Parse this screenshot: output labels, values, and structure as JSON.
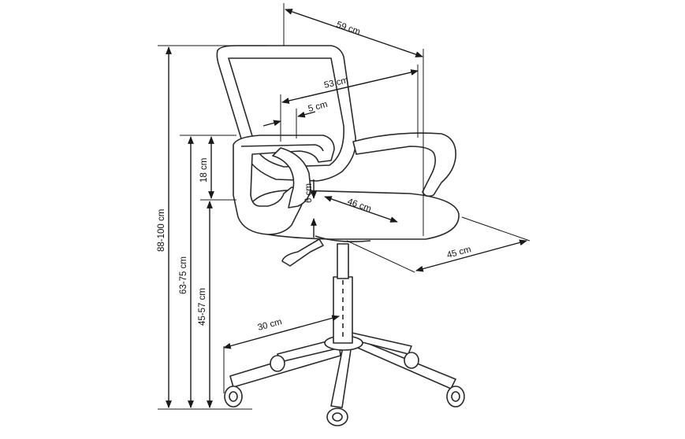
{
  "dimensions": {
    "back_width": "59 cm",
    "seat_depth": "53 cm",
    "armrest_width": "5 cm",
    "armrest_height": "18 cm",
    "seat_thickness": "6 cm",
    "seat_width": "46 cm",
    "base_width": "45 cm",
    "base_radius": "30 cm",
    "total_height": "88-100 cm",
    "armrest_floor_height": "63-75 cm",
    "seat_height": "45-57 cm"
  },
  "colors": {
    "line": "#1a1a1a",
    "background": "#ffffff"
  }
}
